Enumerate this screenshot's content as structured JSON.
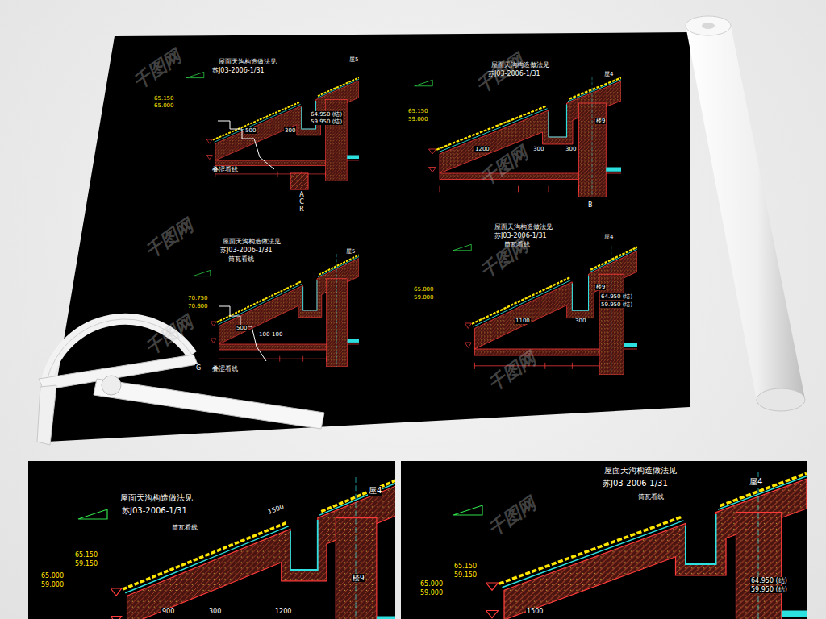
{
  "diagram": {
    "labels": [
      "屋面天沟构造做法见",
      "苏J03-2006-1/31",
      "屋5",
      "65.150",
      "65.000",
      "64.950 (结)",
      "59.950 (结)",
      "500",
      "300",
      "叠涩看线",
      "ACR",
      "屋面天沟构造做法见",
      "苏J03-2006-1/31",
      "屋4",
      "65.150",
      "59.000",
      "楼9",
      "1200",
      "300",
      "300",
      "B",
      "屋面天沟构造做法见",
      "苏J03-2006-1/31",
      "筒瓦看线",
      "屋5",
      "70.750",
      "70.600",
      "500",
      "100",
      "100",
      "叠涩看线",
      "G",
      "屋面天沟构造做法见",
      "苏J03-2006-1/31",
      "筒瓦看线",
      "屋4",
      "65.000",
      "59.000",
      "楼9",
      "64.950 (结)",
      "59.950 (结)",
      "1100",
      "300",
      "屋面天沟构造做法见",
      "苏J03-2006-1/31",
      "筒瓦看线",
      "屋4",
      "65.150",
      "59.150",
      "65.000",
      "59.000",
      "楼9",
      "900",
      "300",
      "1200",
      "1500",
      "屋面天沟构造做法见",
      "苏J03-2006-1/31",
      "筒瓦看线",
      "屋4",
      "65.150",
      "59.150",
      "65.000",
      "59.000",
      "64.950 (结)",
      "59.950 (结)",
      "1500",
      "千图网",
      "千图网",
      "千图网",
      "千图网",
      "千图网",
      "千图网",
      "千图网",
      "千图网"
    ]
  }
}
